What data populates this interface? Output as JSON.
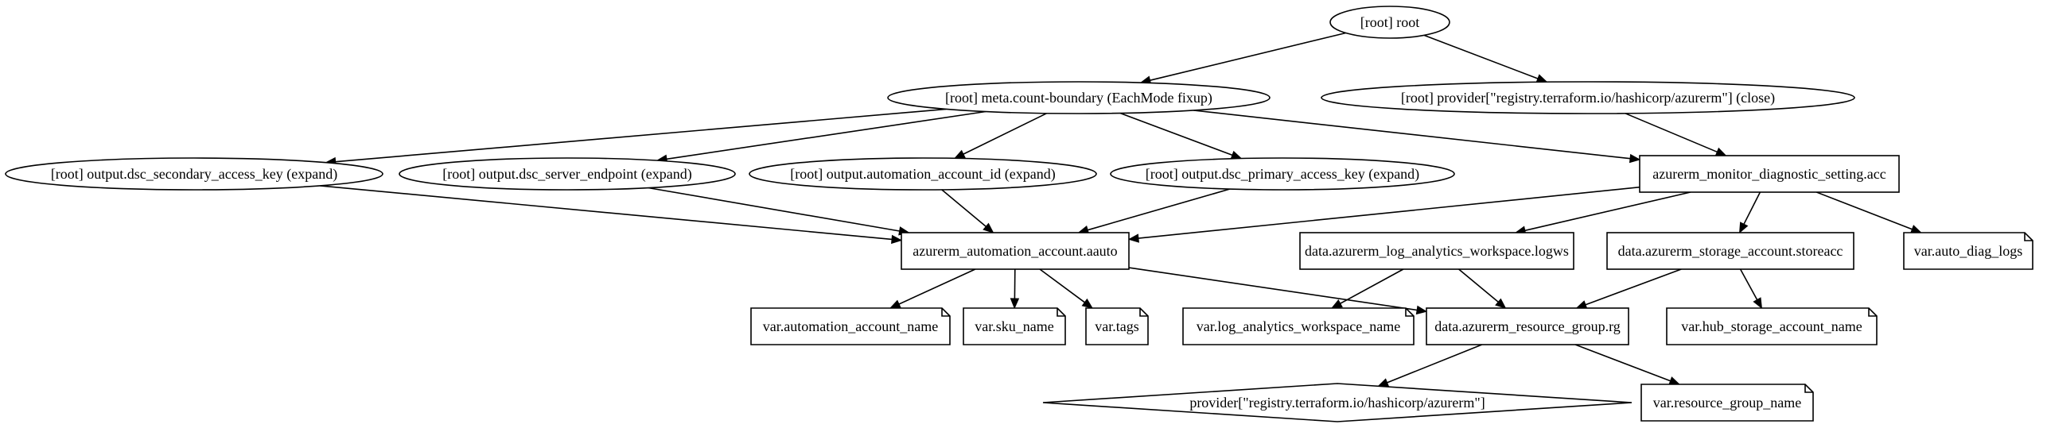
{
  "graph": {
    "nodes": [
      {
        "id": "root",
        "label": "[root] root",
        "shape": "ellipse"
      },
      {
        "id": "meta",
        "label": "[root] meta.count-boundary (EachMode fixup)",
        "shape": "ellipse"
      },
      {
        "id": "provclose",
        "label": "[root] provider[\"registry.terraform.io/hashicorp/azurerm\"] (close)",
        "shape": "ellipse"
      },
      {
        "id": "out_sec",
        "label": "[root] output.dsc_secondary_access_key (expand)",
        "shape": "ellipse"
      },
      {
        "id": "out_srv",
        "label": "[root] output.dsc_server_endpoint (expand)",
        "shape": "ellipse"
      },
      {
        "id": "out_aaid",
        "label": "[root] output.automation_account_id (expand)",
        "shape": "ellipse"
      },
      {
        "id": "out_pri",
        "label": "[root] output.dsc_primary_access_key (expand)",
        "shape": "ellipse"
      },
      {
        "id": "diag",
        "label": "azurerm_monitor_diagnostic_setting.acc",
        "shape": "box"
      },
      {
        "id": "aauto",
        "label": "azurerm_automation_account.aauto",
        "shape": "box"
      },
      {
        "id": "logws",
        "label": "data.azurerm_log_analytics_workspace.logws",
        "shape": "box"
      },
      {
        "id": "storeacc",
        "label": "data.azurerm_storage_account.storeacc",
        "shape": "box"
      },
      {
        "id": "vdiag",
        "label": "var.auto_diag_logs",
        "shape": "note"
      },
      {
        "id": "vaan",
        "label": "var.automation_account_name",
        "shape": "note"
      },
      {
        "id": "vsku",
        "label": "var.sku_name",
        "shape": "note"
      },
      {
        "id": "vtags",
        "label": "var.tags",
        "shape": "note"
      },
      {
        "id": "vlaw",
        "label": "var.log_analytics_workspace_name",
        "shape": "note"
      },
      {
        "id": "rg",
        "label": "data.azurerm_resource_group.rg",
        "shape": "box"
      },
      {
        "id": "vhub",
        "label": "var.hub_storage_account_name",
        "shape": "note"
      },
      {
        "id": "prov",
        "label": "provider[\"registry.terraform.io/hashicorp/azurerm\"]",
        "shape": "diamond"
      },
      {
        "id": "vrgn",
        "label": "var.resource_group_name",
        "shape": "note"
      }
    ],
    "edges": [
      {
        "from": "root",
        "to": "meta"
      },
      {
        "from": "root",
        "to": "provclose"
      },
      {
        "from": "meta",
        "to": "out_sec"
      },
      {
        "from": "meta",
        "to": "out_srv"
      },
      {
        "from": "meta",
        "to": "out_aaid"
      },
      {
        "from": "meta",
        "to": "out_pri"
      },
      {
        "from": "meta",
        "to": "diag"
      },
      {
        "from": "provclose",
        "to": "diag"
      },
      {
        "from": "out_sec",
        "to": "aauto"
      },
      {
        "from": "out_srv",
        "to": "aauto"
      },
      {
        "from": "out_aaid",
        "to": "aauto"
      },
      {
        "from": "out_pri",
        "to": "aauto"
      },
      {
        "from": "diag",
        "to": "aauto"
      },
      {
        "from": "diag",
        "to": "logws"
      },
      {
        "from": "diag",
        "to": "storeacc"
      },
      {
        "from": "diag",
        "to": "vdiag"
      },
      {
        "from": "aauto",
        "to": "vaan"
      },
      {
        "from": "aauto",
        "to": "vsku"
      },
      {
        "from": "aauto",
        "to": "vtags"
      },
      {
        "from": "aauto",
        "to": "rg"
      },
      {
        "from": "logws",
        "to": "vlaw"
      },
      {
        "from": "logws",
        "to": "rg"
      },
      {
        "from": "storeacc",
        "to": "rg"
      },
      {
        "from": "storeacc",
        "to": "vhub"
      },
      {
        "from": "rg",
        "to": "prov"
      },
      {
        "from": "rg",
        "to": "vrgn"
      }
    ]
  }
}
